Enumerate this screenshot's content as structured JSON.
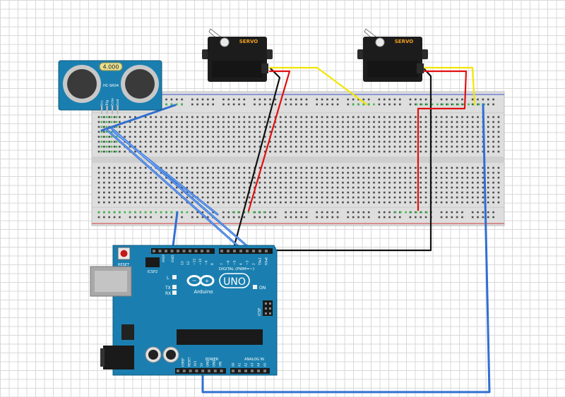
{
  "sensor": {
    "display": "4.000",
    "model": "HC-SR04",
    "pins": [
      "Vcc",
      "Trig",
      "Echo",
      "Gnd"
    ]
  },
  "servos": [
    {
      "label": "SERVO"
    },
    {
      "label": "SERVO"
    }
  ],
  "arduino": {
    "brand": "Arduino",
    "model": "UNO",
    "reset_label": "RESET",
    "icsp2_label": "ICSP2",
    "icsp_label": "ICSP",
    "l_label": "L",
    "tx_label": "TX",
    "rx_label": "RX",
    "on_label": "ON",
    "digital_label": "DIGITAL (PWM=~)",
    "aref_label": "AREF",
    "gnd_label": "GND",
    "power_label": "POWER",
    "analog_label": "ANALOG IN",
    "digital_pins": [
      "13",
      "12",
      "~11",
      "~10",
      "~9",
      "8",
      "7",
      "~6",
      "~5",
      "4",
      "~3",
      "2",
      "TX▸1",
      "RX◂0"
    ],
    "power_pins": [
      "IOREF",
      "RESET",
      "3V3",
      "5V",
      "GND",
      "GND",
      "VIN"
    ],
    "analog_pins": [
      "A0",
      "A1",
      "A2",
      "A3",
      "A4",
      "A5"
    ]
  },
  "colors": {
    "board": "#1a7fb0",
    "breadboard": "#dcdcdc",
    "wire_blue": "#2f6fd1",
    "wire_red": "#e01010",
    "wire_yellow": "#f2e600",
    "wire_black": "#111111"
  }
}
